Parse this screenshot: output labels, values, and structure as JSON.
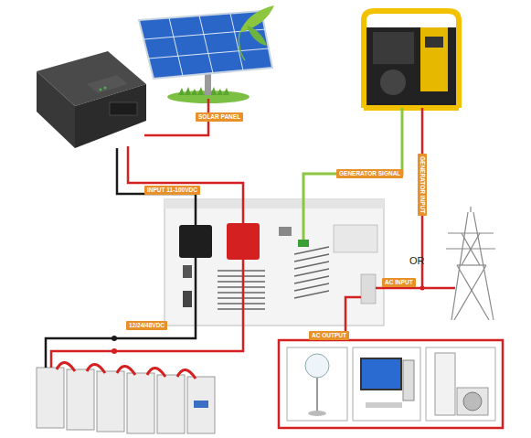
{
  "diagram": {
    "labels": [
      "SOLAR PANEL",
      "INPUT 11-100VDC",
      "GENERATOR SIGNAL",
      "GENERATOR INPUT",
      "OR",
      "AC INPUT",
      "AC OUTPUT",
      "12/24/48VDC"
    ]
  }
}
